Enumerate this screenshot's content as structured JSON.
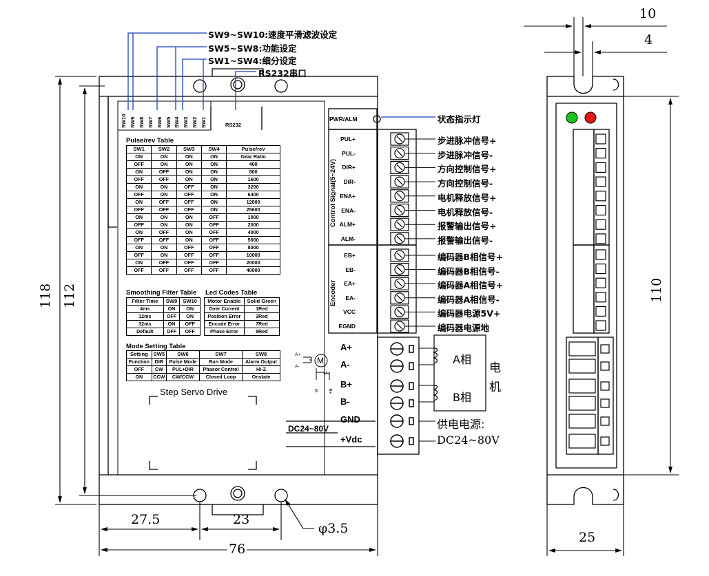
{
  "callouts": {
    "sw9_10": "SW9~SW10:速度平滑滤波设定",
    "sw5_8": "SW5~SW8:功能设定",
    "sw1_4": "SW1~SW4:细分设定",
    "rs232": "RS232串口",
    "status_led": "状态指示灯"
  },
  "dip_labels": [
    "SW10",
    "SW9",
    "SW8",
    "SW7",
    "SW6",
    "SW5",
    "SW4",
    "SW3",
    "SW2",
    "SW1"
  ],
  "rs232_label": "RS232",
  "pulse_table": {
    "title": "Pulse/rev Table",
    "headers": [
      "SW1",
      "SW2",
      "SW3",
      "SW4",
      "Pulse/rev"
    ],
    "rows": [
      [
        "ON",
        "ON",
        "ON",
        "ON",
        "Gear Ratio"
      ],
      [
        "OFF",
        "ON",
        "ON",
        "ON",
        "400"
      ],
      [
        "ON",
        "OFF",
        "ON",
        "ON",
        "800"
      ],
      [
        "OFF",
        "OFF",
        "ON",
        "ON",
        "1600"
      ],
      [
        "ON",
        "ON",
        "OFF",
        "ON",
        "3200"
      ],
      [
        "OFF",
        "ON",
        "OFF",
        "ON",
        "6400"
      ],
      [
        "ON",
        "OFF",
        "OFF",
        "ON",
        "12800"
      ],
      [
        "OFF",
        "OFF",
        "OFF",
        "ON",
        "25600"
      ],
      [
        "ON",
        "ON",
        "ON",
        "OFF",
        "1000"
      ],
      [
        "OFF",
        "ON",
        "ON",
        "OFF",
        "2000"
      ],
      [
        "ON",
        "OFF",
        "ON",
        "OFF",
        "4000"
      ],
      [
        "OFF",
        "OFF",
        "ON",
        "OFF",
        "5000"
      ],
      [
        "ON",
        "ON",
        "OFF",
        "OFF",
        "8000"
      ],
      [
        "OFF",
        "ON",
        "OFF",
        "OFF",
        "10000"
      ],
      [
        "ON",
        "OFF",
        "OFF",
        "OFF",
        "20000"
      ],
      [
        "OFF",
        "OFF",
        "OFF",
        "OFF",
        "40000"
      ]
    ]
  },
  "smoothing_table": {
    "title": "Smoothing Filter Table",
    "headers": [
      "Filter Time",
      "SW9",
      "SW10"
    ],
    "rows": [
      [
        "4ms",
        "ON",
        "ON"
      ],
      [
        "12ms",
        "OFF",
        "ON"
      ],
      [
        "32ms",
        "ON",
        "OFF"
      ],
      [
        "Default",
        "OFF",
        "OFF"
      ]
    ]
  },
  "led_table": {
    "title": "Led Codes Table",
    "headers": [
      "Motor Enable",
      "Solid Green"
    ],
    "rows": [
      [
        "Over Current",
        "1Red"
      ],
      [
        "Position Error",
        "3Red"
      ],
      [
        "Encode Error",
        "7Red"
      ],
      [
        "Phase Error",
        "8Red"
      ]
    ]
  },
  "mode_table": {
    "title": "Mode Setting Table",
    "headers": [
      "Setting",
      "SW5",
      "SW6",
      "SW7",
      "SW8"
    ],
    "rows": [
      [
        "Function",
        "DIR",
        "Pulse Mode",
        "Run Mode",
        "Alarm Output"
      ],
      [
        "OFF",
        "CW",
        "PUL+DIR",
        "Phasor Control",
        "Hi-Z"
      ],
      [
        "ON",
        "CCW",
        "CW/CCW",
        "Closed Loop",
        "Onstate"
      ]
    ]
  },
  "product_name": "Step Servo Drive",
  "pwr_alm": "PWR/ALM",
  "control_group": "Control Signal(5~24V)",
  "encoder_group": "Encoder",
  "control_pins": [
    {
      "pin": "PUL+",
      "signal": "步进脉冲信号+"
    },
    {
      "pin": "PUL-",
      "signal": "步进脉冲信号-"
    },
    {
      "pin": "DIR+",
      "signal": "方向控制信号+"
    },
    {
      "pin": "DIR-",
      "signal": "方向控制信号-"
    },
    {
      "pin": "ENA+",
      "signal": "电机释放信号+"
    },
    {
      "pin": "ENA-",
      "signal": "电机释放信号-"
    },
    {
      "pin": "ALM+",
      "signal": "报警输出信号+"
    },
    {
      "pin": "ALM-",
      "signal": "报警输出信号-"
    }
  ],
  "encoder_pins": [
    {
      "pin": "EB+",
      "signal": "编码器B相信号+"
    },
    {
      "pin": "EB-",
      "signal": "编码器B相信号-"
    },
    {
      "pin": "EA+",
      "signal": "编码器A相信号+"
    },
    {
      "pin": "EA-",
      "signal": "编码器A相信号-"
    },
    {
      "pin": "VCC",
      "signal": "编码器电源5V+"
    },
    {
      "pin": "EGND",
      "signal": "编码器电源地"
    }
  ],
  "power_pins": [
    "A+",
    "A-",
    "B+",
    "B-",
    "GND",
    "+Vdc"
  ],
  "motor_symbol": {
    "m": "M",
    "a_plus": "A+",
    "a_minus": "A-",
    "b_minus": "B-",
    "b_plus": "B+"
  },
  "voltage_label": "DC24~80V",
  "motor_box": {
    "a_phase": "A相",
    "b_phase": "B相",
    "char1": "电",
    "char2": "机"
  },
  "power_supply": {
    "line1": "供电电源:",
    "line2": "DC24~80V"
  },
  "dimensions": {
    "d10": "10",
    "d4": "4",
    "d118": "118",
    "d112": "112",
    "d110": "110",
    "d27_5": "27.5",
    "d23": "23",
    "d76": "76",
    "d25": "25",
    "hole": "φ3.5"
  },
  "colors": {
    "led_green": "#19c219",
    "led_red": "#e01818",
    "line": "#000000",
    "callout": "#1a3fbf"
  }
}
